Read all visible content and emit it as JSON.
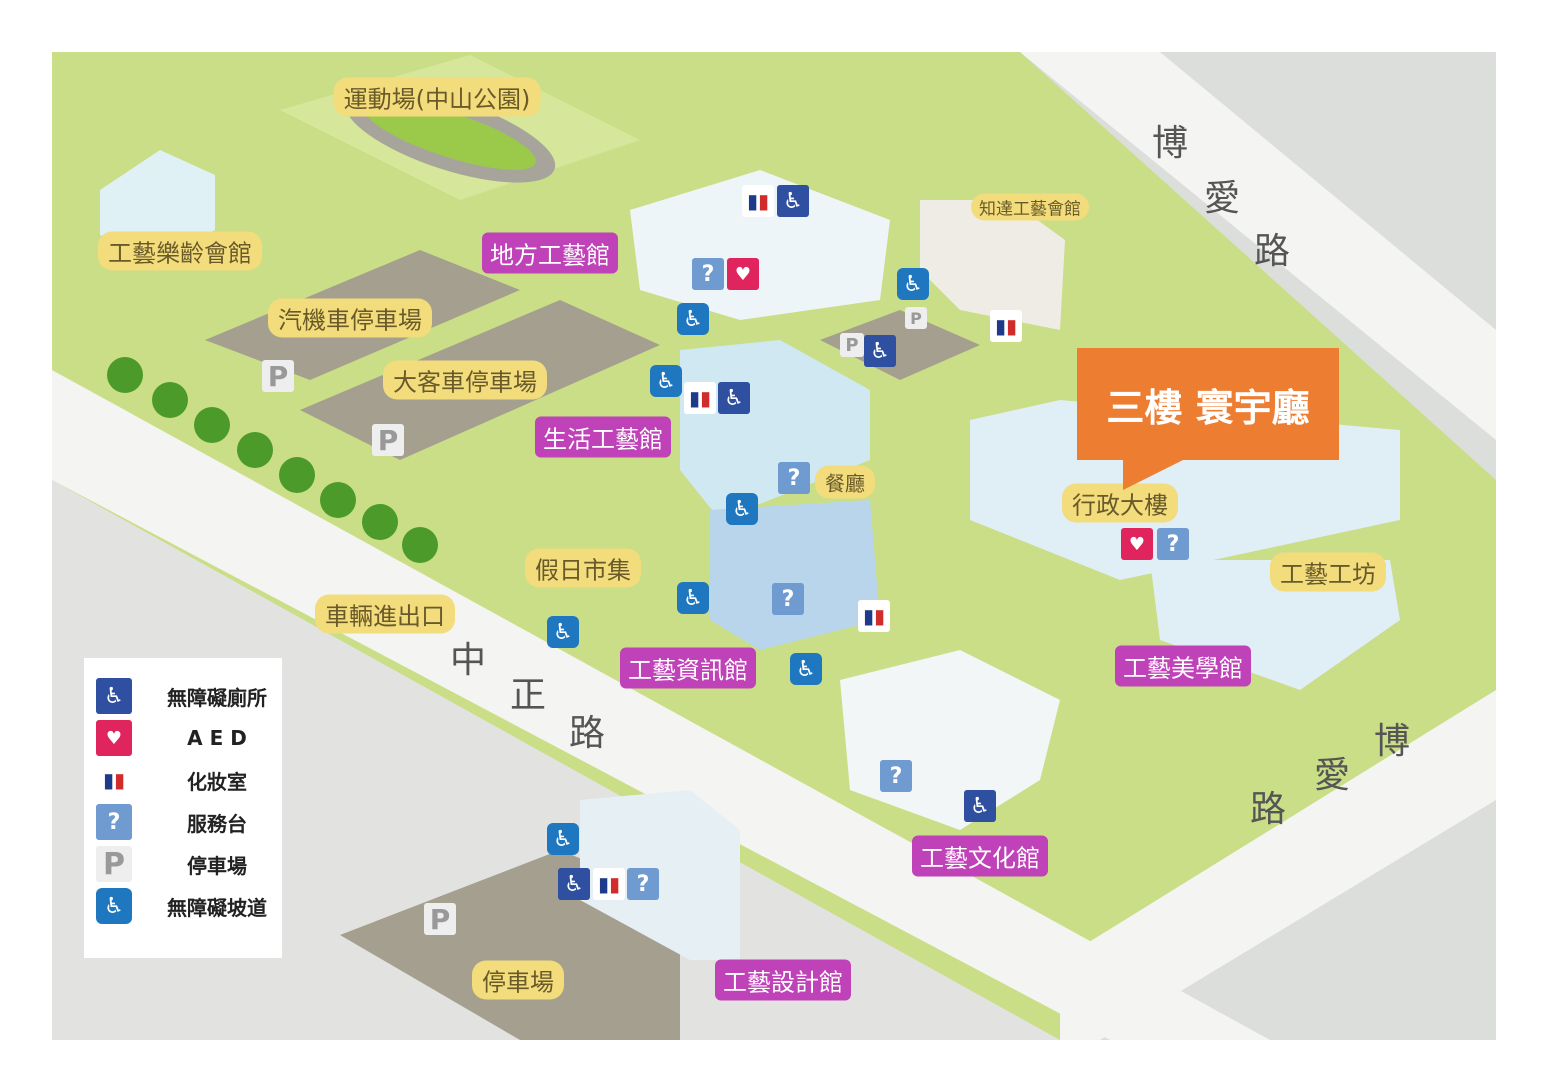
{
  "callout": {
    "text": "三樓 寰宇廳",
    "color": "#ed7d31"
  },
  "roads": {
    "boai_upper": [
      "博",
      "愛",
      "路"
    ],
    "zhongzheng": [
      "中",
      "正",
      "路"
    ],
    "boai_lower": [
      "博",
      "愛",
      "路"
    ]
  },
  "places": {
    "sports_field": "運動場(中山公園)",
    "senior_hall": "工藝樂齡會館",
    "scooter_parking": "汽機車停車場",
    "bus_parking": "大客車停車場",
    "local_craft_hall": "地方工藝館",
    "zhida_hall": "知達工藝會館",
    "living_craft_hall": "生活工藝館",
    "restaurant": "餐廳",
    "admin_building": "行政大樓",
    "holiday_market": "假日市集",
    "vehicle_gate": "車輛進出口",
    "craft_workshop": "工藝工坊",
    "craft_info_hall": "工藝資訊館",
    "craft_aesthetics_hall": "工藝美學館",
    "craft_culture_hall": "工藝文化館",
    "craft_design_hall": "工藝設計館",
    "parking": "停車場"
  },
  "legend": [
    {
      "icon": "accessible-toilet-icon",
      "label": "無障礙廁所"
    },
    {
      "icon": "aed-icon",
      "label": "A E D"
    },
    {
      "icon": "restroom-icon",
      "label": "化妝室"
    },
    {
      "icon": "info-desk-icon",
      "label": "服務台"
    },
    {
      "icon": "parking-icon",
      "label": "停車場"
    },
    {
      "icon": "accessible-ramp-icon",
      "label": "無障礙坡道"
    }
  ],
  "glyphs": {
    "wheelchair": "♿",
    "aed": "♥",
    "info": "?",
    "parking": "P",
    "man": "▮",
    "woman": "▮"
  }
}
